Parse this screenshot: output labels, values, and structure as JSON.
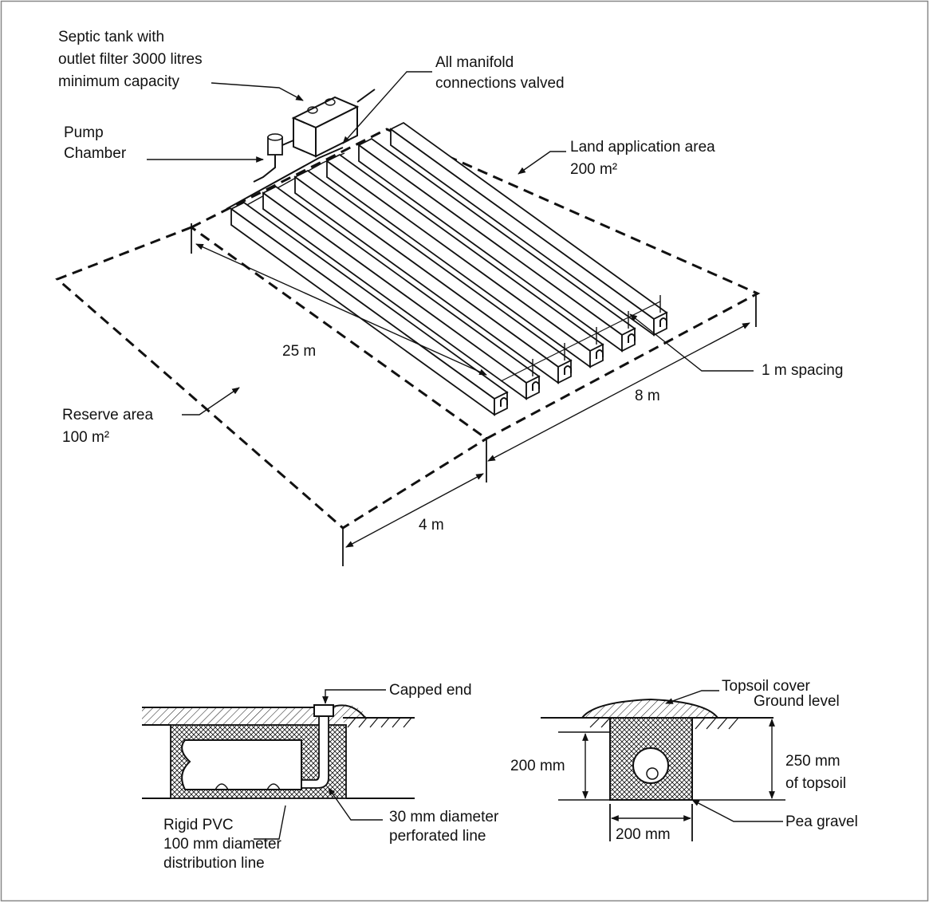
{
  "labels": {
    "septic_tank": [
      "Septic tank with",
      "outlet filter 3000 litres",
      "minimum capacity"
    ],
    "manifold": [
      "All manifold",
      "connections valved"
    ],
    "pump_chamber": [
      "Pump",
      "Chamber"
    ],
    "land_area": [
      "Land application area",
      "200 m²"
    ],
    "length": "25 m",
    "spacing": "1 m spacing",
    "width_8": "8 m",
    "reserve_area": [
      "Reserve area",
      "100 m²"
    ],
    "width_4": "4 m",
    "capped_end": "Capped end",
    "rigid_pvc": [
      "Rigid PVC",
      "100 mm diameter",
      "distribution line"
    ],
    "perforated": [
      "30 mm diameter",
      "perforated line"
    ],
    "topsoil_cover": "Topsoil cover",
    "ground_level": "Ground level",
    "depth_200": "200 mm",
    "depth_250": [
      "250 mm",
      "of topsoil"
    ],
    "width_200": "200 mm",
    "pea_gravel": "Pea gravel"
  },
  "colors": {
    "ink": "#111111",
    "background": "#ffffff",
    "frame": "#888888"
  }
}
